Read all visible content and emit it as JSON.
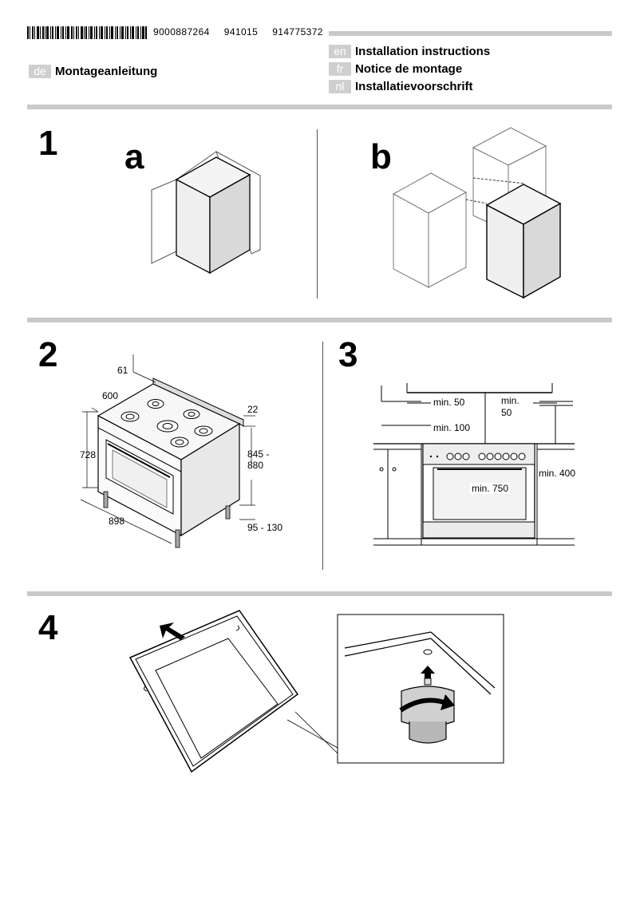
{
  "header": {
    "codes": [
      "9000887264",
      "941015",
      "914775372"
    ],
    "languages": [
      {
        "tag": "de",
        "title": "Montageanleitung"
      },
      {
        "tag": "en",
        "title": "Installation instructions"
      },
      {
        "tag": "fr",
        "title": "Notice de montage"
      },
      {
        "tag": "nl",
        "title": "Installatievoorschrift"
      }
    ]
  },
  "steps": {
    "s1": {
      "number": "1",
      "label_a": "a",
      "label_b": "b"
    },
    "s2": {
      "number": "2",
      "dims": {
        "d61": "61",
        "d600": "600",
        "d22": "22",
        "d728": "728",
        "d845": "845 -",
        "d880": "880",
        "d898": "898",
        "d95": "95 - 130"
      }
    },
    "s3": {
      "number": "3",
      "dims": {
        "min50a": "min. 50",
        "min50b_1": "min.",
        "min50b_2": "50",
        "min100": "min. 100",
        "min400": "min. 400",
        "min750": "min. 750"
      }
    },
    "s4": {
      "number": "4"
    }
  },
  "colors": {
    "bar": "#c9c9c9",
    "tag": "#cfcfcf",
    "side_shade": "#d9d9d9",
    "front_shade": "#efefef"
  }
}
